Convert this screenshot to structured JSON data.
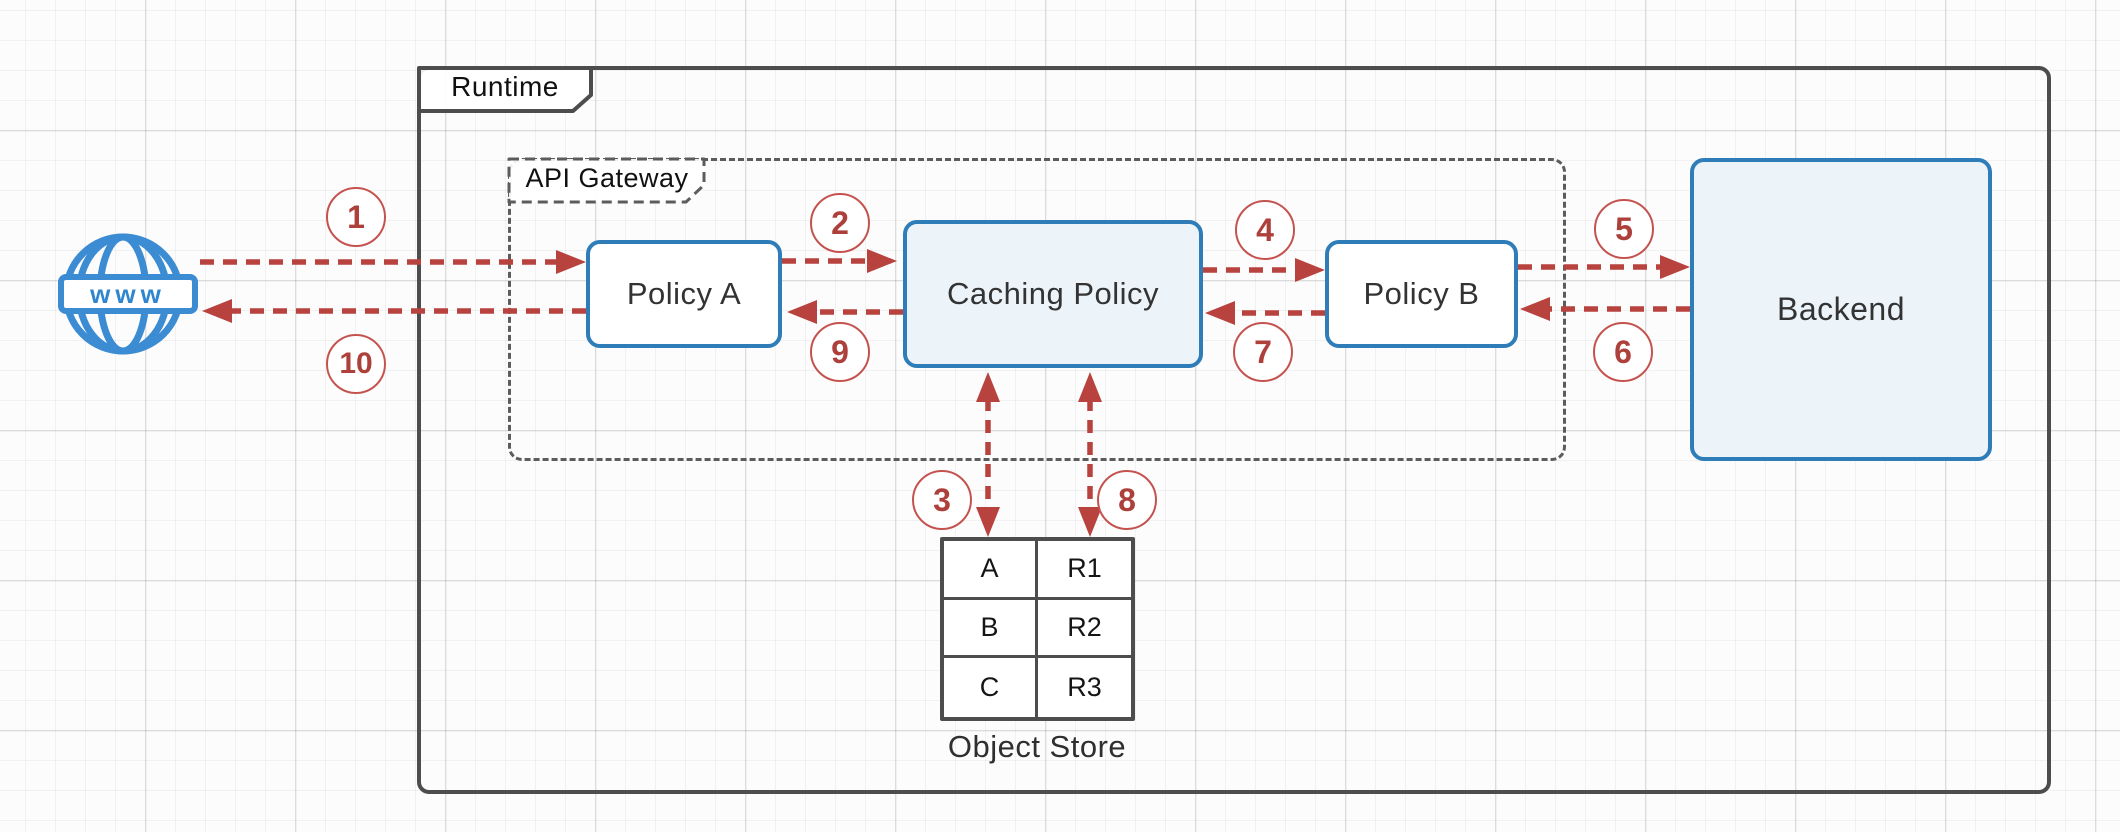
{
  "diagram": {
    "client": {
      "label": "www"
    },
    "containers": {
      "runtime": {
        "label": "Runtime"
      },
      "api_gateway": {
        "label": "API Gateway"
      }
    },
    "nodes": {
      "policy_a": {
        "label": "Policy A"
      },
      "caching_policy": {
        "label": "Caching Policy"
      },
      "policy_b": {
        "label": "Policy B"
      },
      "backend": {
        "label": "Backend"
      }
    },
    "object_store": {
      "label": "Object Store",
      "rows": [
        {
          "key": "A",
          "value": "R1"
        },
        {
          "key": "B",
          "value": "R2"
        },
        {
          "key": "C",
          "value": "R3"
        }
      ]
    },
    "flow_badges": [
      "1",
      "2",
      "3",
      "4",
      "5",
      "6",
      "7",
      "8",
      "9",
      "10"
    ],
    "colors": {
      "node_border_blue": "#2e7cb8",
      "node_fill_light_blue": "#ecf4fa",
      "arrow_red": "#b8423e",
      "container_gray": "#4d4d4d",
      "globe_blue": "#3c8cd3"
    }
  }
}
